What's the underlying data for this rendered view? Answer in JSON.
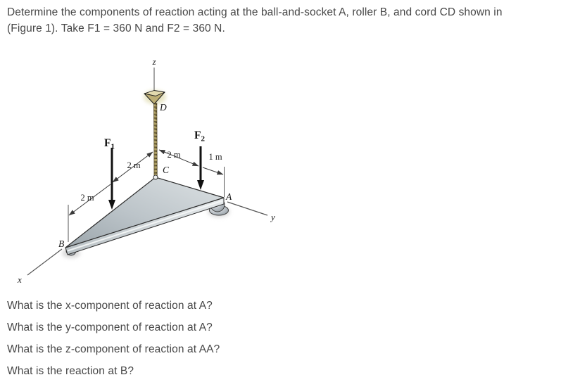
{
  "header": {
    "line1": "Determine the components of reaction acting at the ball-and-socket A, roller B, and cord CD shown in",
    "line2": "(Figure 1). Take F1 = 360 N and F2 = 360 N."
  },
  "figure": {
    "axis_labels": {
      "x": "x",
      "y": "y",
      "z": "z"
    },
    "point_labels": {
      "A": "A",
      "B": "B",
      "C": "C",
      "D": "D"
    },
    "forces": {
      "f1": {
        "symbol": "F",
        "sub": "1"
      },
      "f2": {
        "symbol": "F",
        "sub": "2"
      }
    },
    "dimensions": {
      "b_to_f1": "2 m",
      "f1_to_c": "2 m",
      "c_to_f2": "2 m",
      "f2_to_a": "1 m"
    },
    "colors": {
      "plate_light": "#dce1e3",
      "plate_dark": "#9ca6ac",
      "cord": "#b2a368",
      "anchor_body": "#bdae74",
      "anchor_top": "#e3daae",
      "force_arrow": "#111111",
      "line": "#3a3a3a"
    }
  },
  "questions": [
    "What is the x-component of reaction at A?",
    "What is the y-component of reaction at A?",
    "What is the z-component of reaction at AA?",
    "What is the reaction at B?"
  ]
}
